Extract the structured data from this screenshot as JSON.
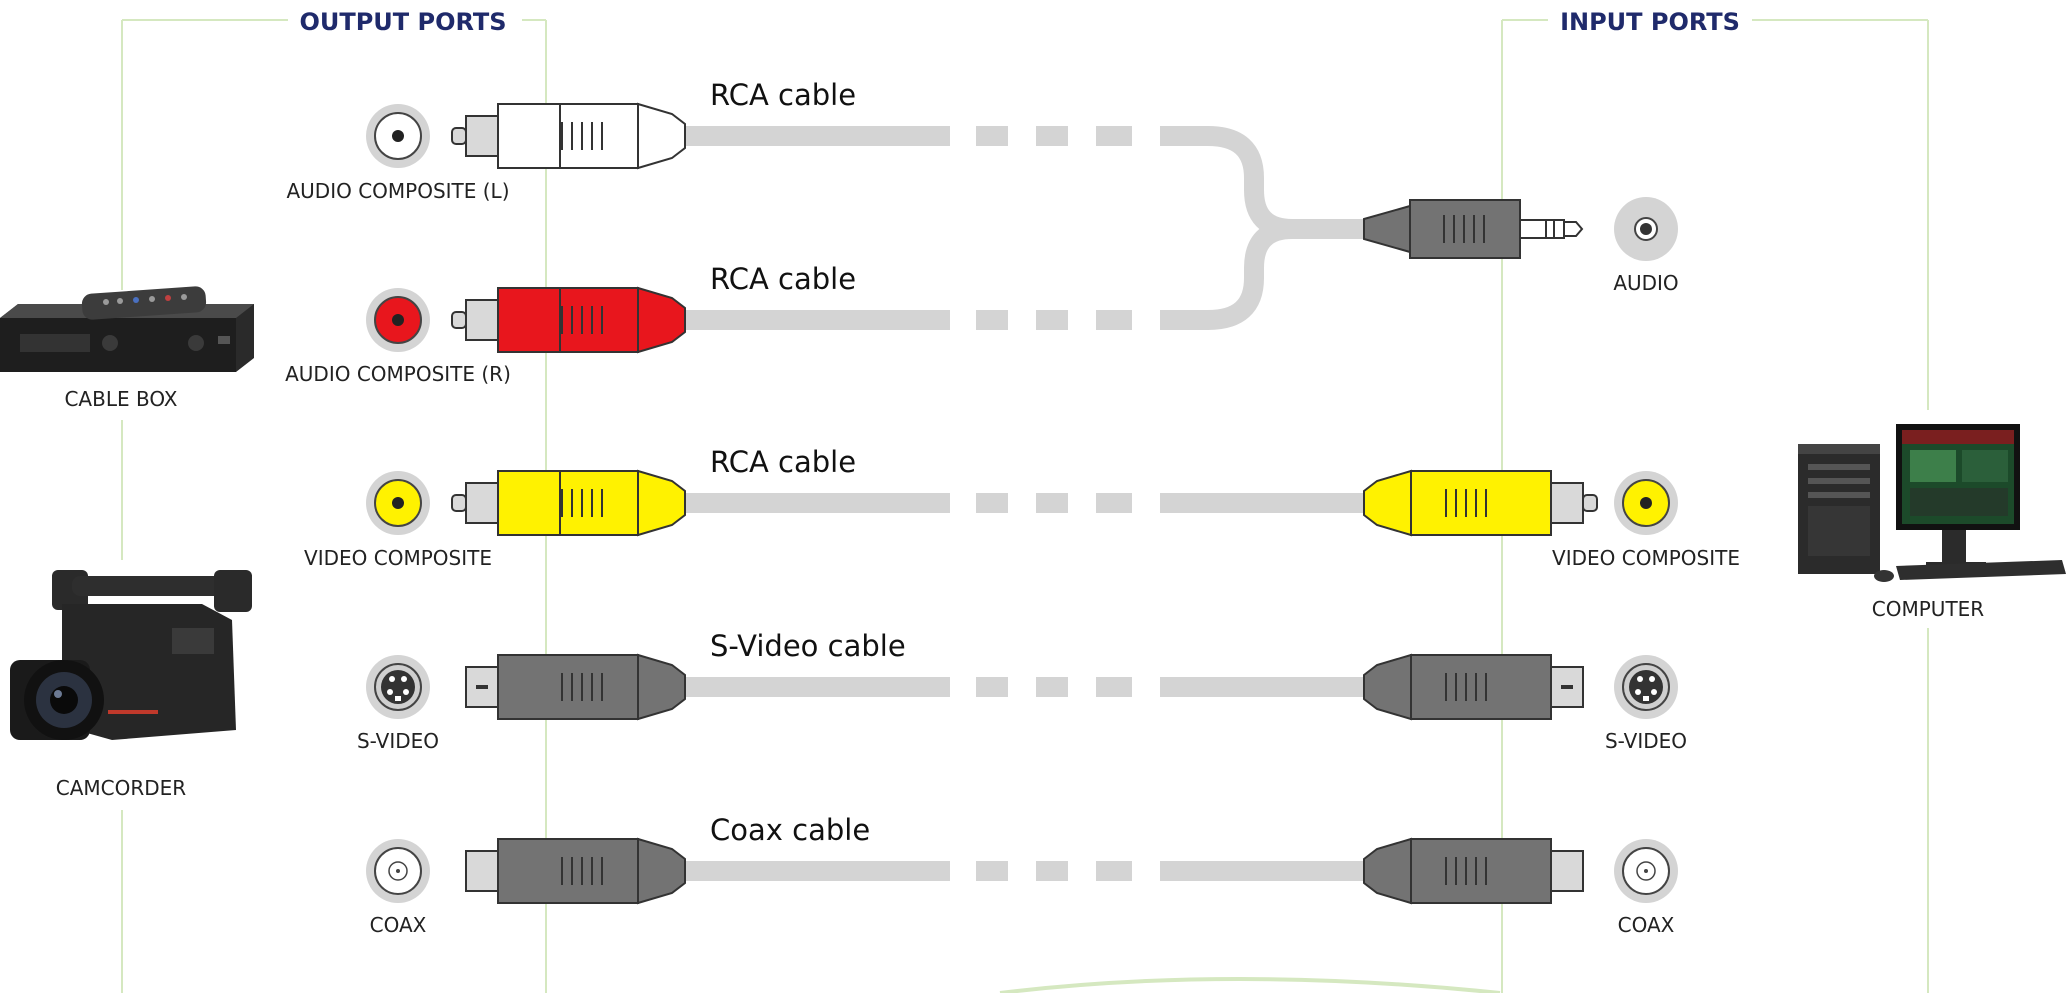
{
  "headers": {
    "output_ports": "OUTPUT PORTS",
    "input_ports": "INPUT PORTS"
  },
  "devices": {
    "cable_box": "CABLE BOX",
    "camcorder": "CAMCORDER",
    "computer": "COMPUTER"
  },
  "output_ports": {
    "audio_l": "AUDIO COMPOSITE (L)",
    "audio_r": "AUDIO COMPOSITE (R)",
    "video": "VIDEO COMPOSITE",
    "svideo": "S-VIDEO",
    "coax": "COAX"
  },
  "input_ports": {
    "audio": "AUDIO",
    "video": "VIDEO COMPOSITE",
    "svideo": "S-VIDEO",
    "coax": "COAX"
  },
  "cables": {
    "rca_left": "RCA cable",
    "rca_right": "RCA cable",
    "rca_video": "RCA cable",
    "svideo": "S-Video cable",
    "coax": "Coax cable"
  },
  "colors": {
    "header_text": "#1f2a6b",
    "frame_line": "#d5e8c0",
    "cable": "#d4d4d4",
    "plug_white": "#ffffff",
    "plug_red": "#e8161d",
    "plug_yellow": "#fff200",
    "plug_gray": "#737373",
    "port_ring": "#d4d4d4"
  }
}
